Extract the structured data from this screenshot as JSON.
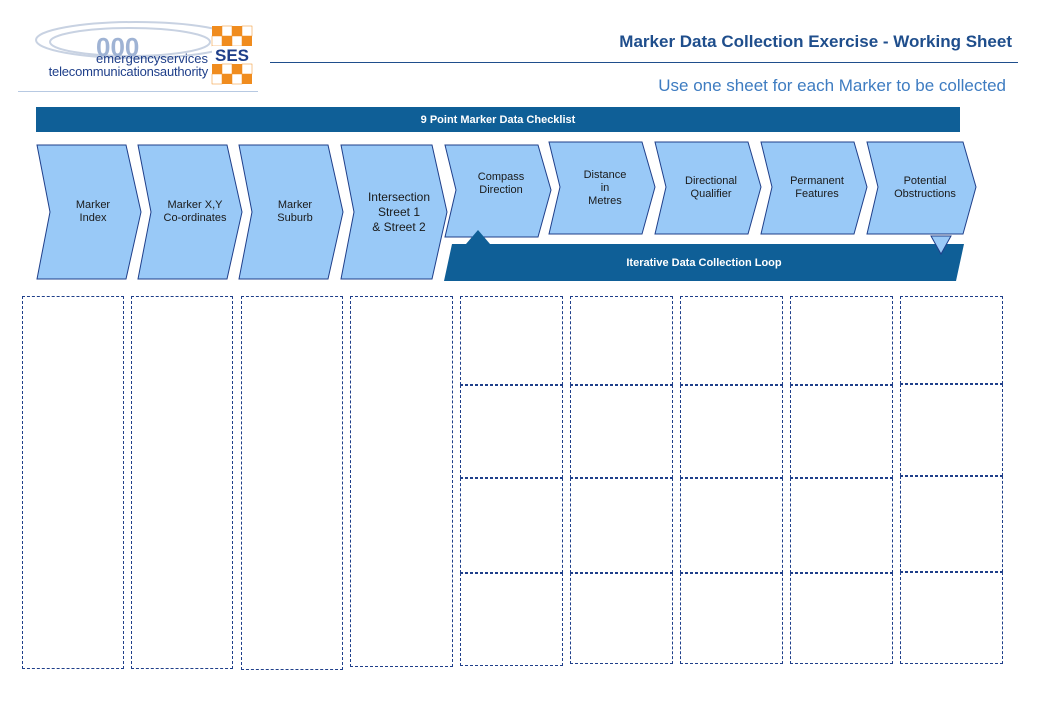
{
  "header": {
    "logo_mark": "000",
    "agency_line1": "emergencyservices",
    "agency_line2": "telecommunicationsauthority",
    "ses_logo": "SES",
    "title": "Marker Data Collection Exercise  - Working Sheet",
    "subtitle": "Use one sheet for each Marker to be collected"
  },
  "checklist": {
    "banner": "9 Point Marker Data Checklist",
    "steps": [
      {
        "label": "Marker\nIndex"
      },
      {
        "label": "Marker X,Y\nCo-ordinates"
      },
      {
        "label": "Marker\nSuburb"
      },
      {
        "label": "Intersection\nStreet 1\n& Street 2"
      },
      {
        "label": "Compass\nDirection"
      },
      {
        "label": "Distance\nin\nMetres"
      },
      {
        "label": "Directional\nQualifier"
      },
      {
        "label": "Permanent\nFeatures"
      },
      {
        "label": "Potential\nObstructions"
      }
    ],
    "loop_label": "Iterative Data Collection Loop"
  },
  "colors": {
    "banner": "#0f5f97",
    "chevron_fill": "#99c9f7",
    "chevron_stroke": "#1f3f8a",
    "title": "#1f4e8c",
    "subtitle": "#3e7cc1",
    "ses_orange": "#f08c1e"
  }
}
